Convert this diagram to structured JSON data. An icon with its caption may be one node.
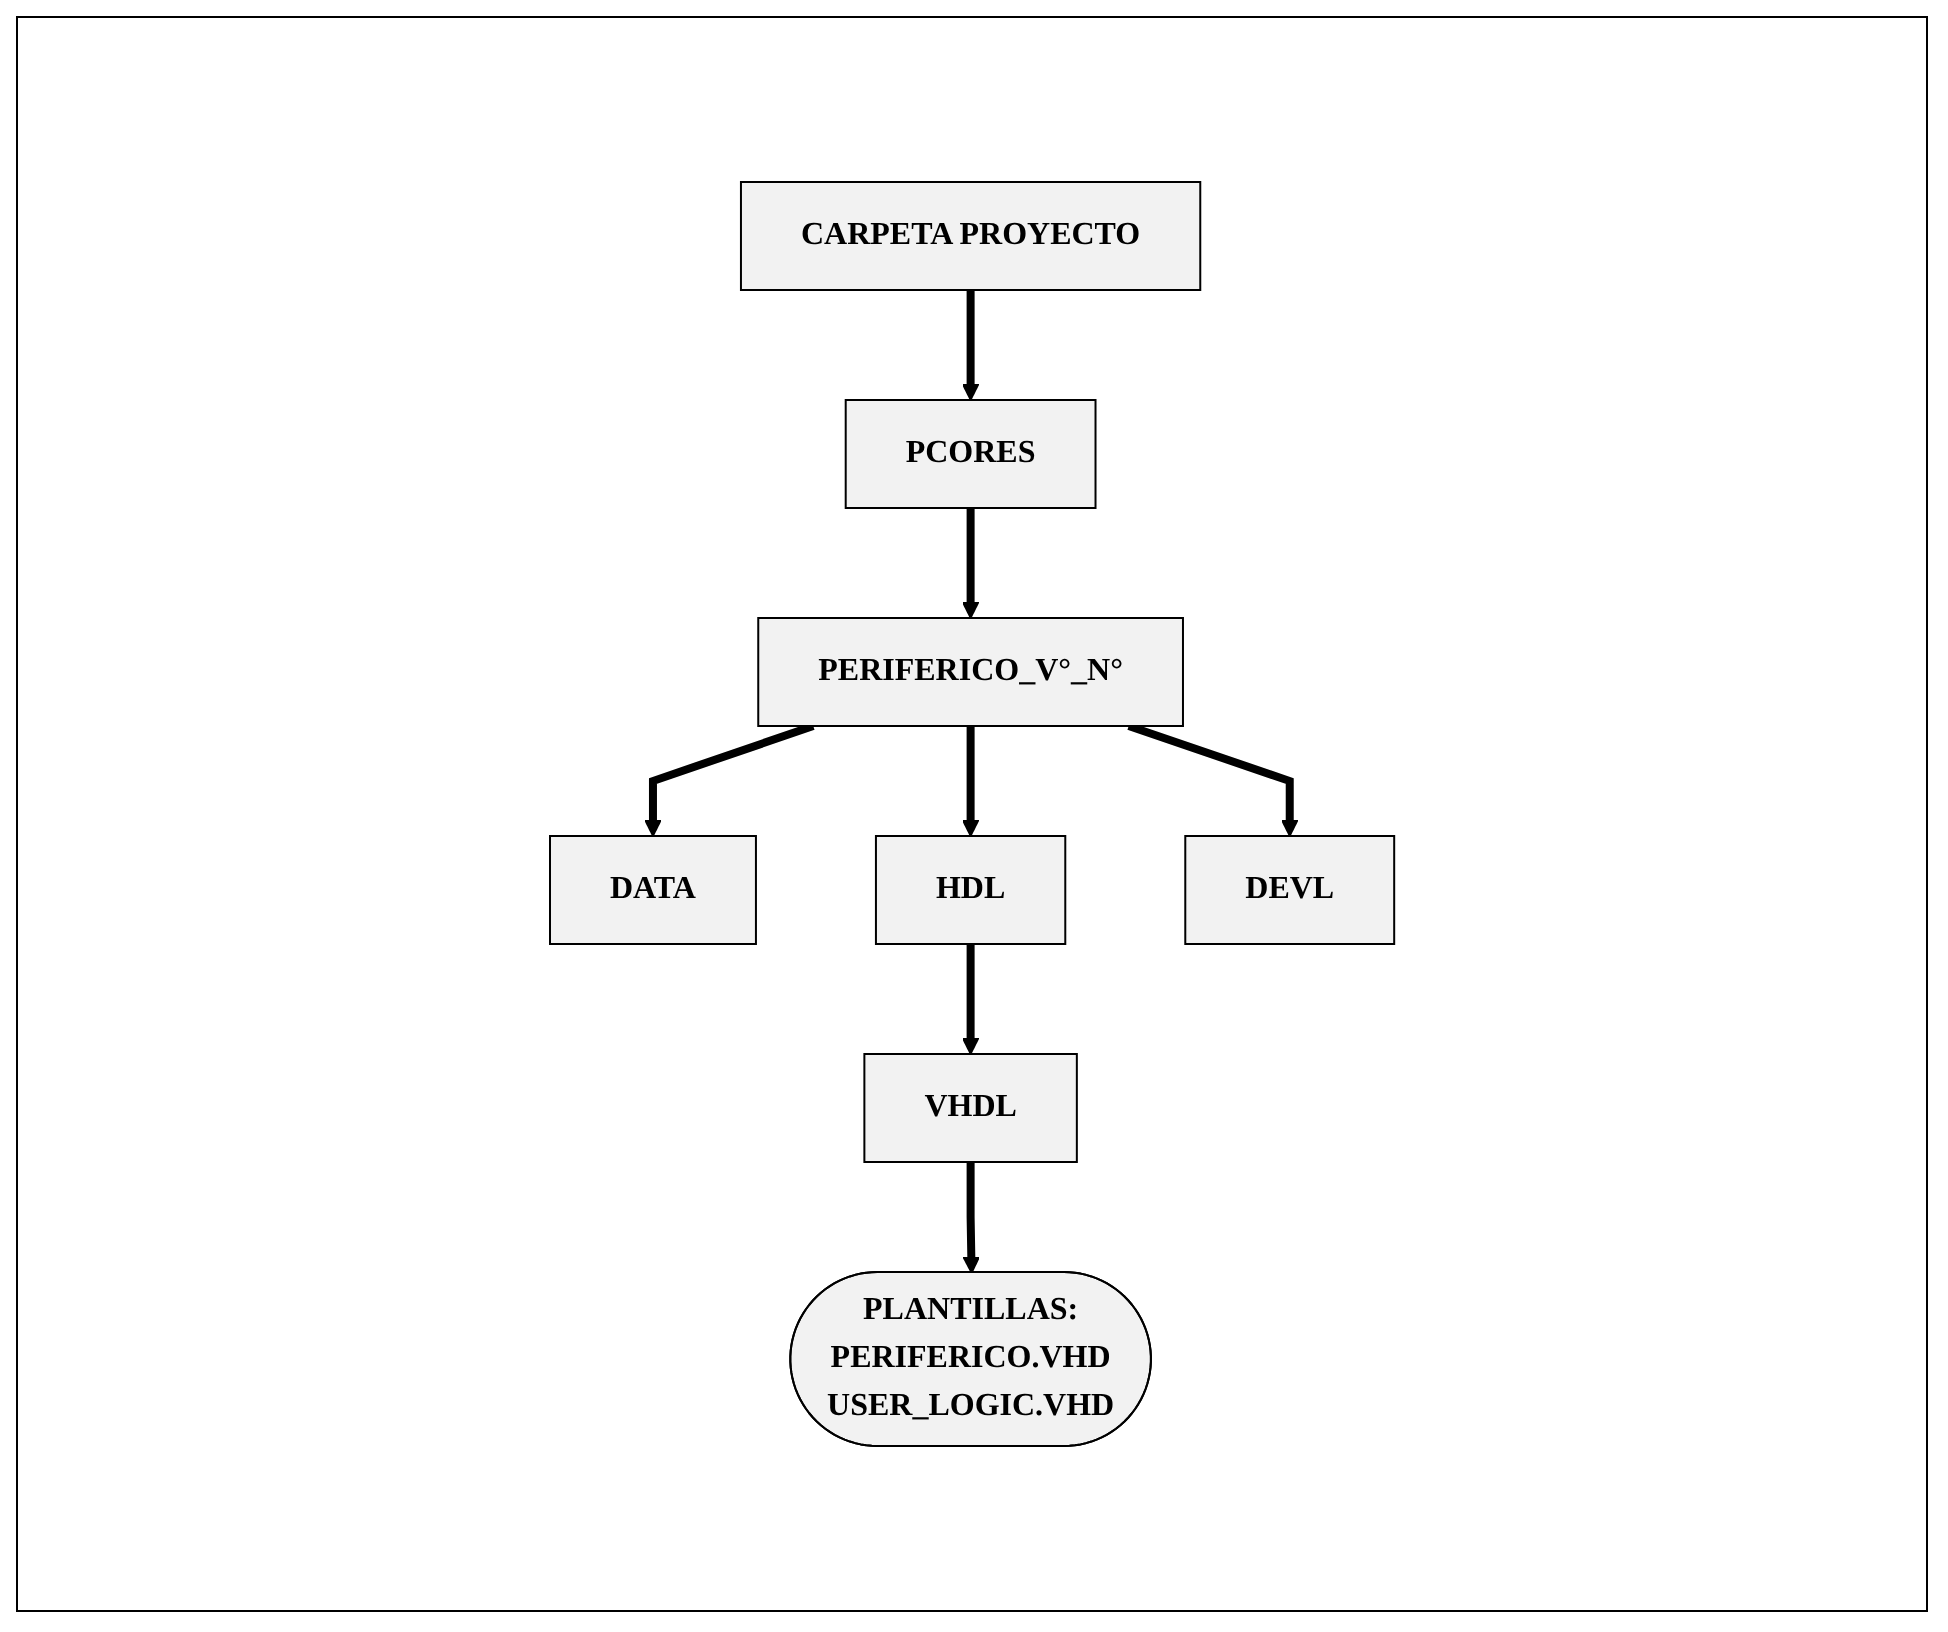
{
  "diagram": {
    "nodes": [
      {
        "text": [
          "CARPETA PROYECTO"
        ]
      },
      {
        "text": [
          "PCORES"
        ]
      },
      {
        "text": [
          "PERIFERICO_V°_N°"
        ]
      },
      {
        "text": [
          "DATA"
        ]
      },
      {
        "text": [
          "HDL"
        ]
      },
      {
        "text": [
          "DEVL"
        ]
      },
      {
        "text": [
          "VHDL"
        ]
      },
      {
        "text": [
          "PLANTILLAS:",
          "PERIFERICO.VHD",
          "USER_LOGIC.VHD"
        ]
      }
    ],
    "edges": [
      {
        "from": 0,
        "to": 1,
        "arrow": "to"
      },
      {
        "from": 1,
        "to": 2,
        "arrow": "to"
      },
      {
        "from": 2,
        "to": 3,
        "arrow": "to"
      },
      {
        "from": 2,
        "to": 4,
        "arrow": "to"
      },
      {
        "from": 2,
        "to": 5,
        "arrow": "to"
      },
      {
        "from": 4,
        "to": 6,
        "arrow": "to"
      },
      {
        "from": 6,
        "to": 7,
        "arrow": "to"
      }
    ]
  }
}
